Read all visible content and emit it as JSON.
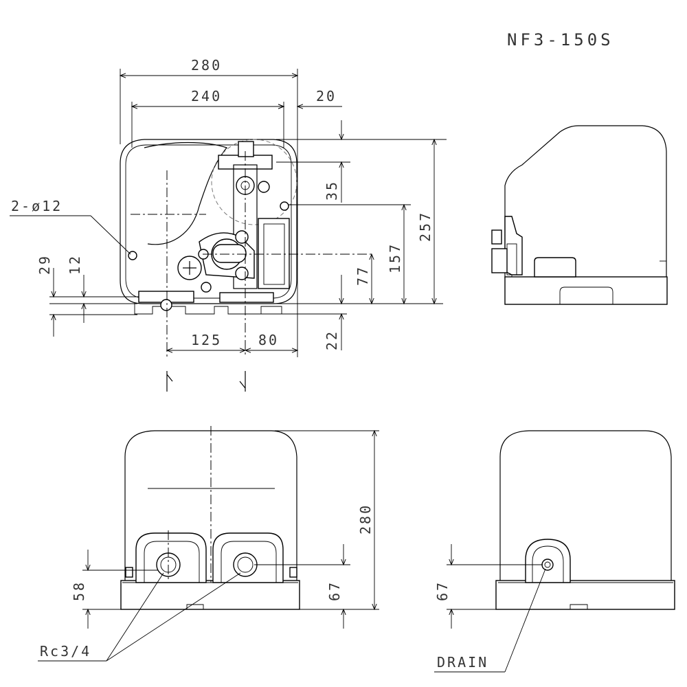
{
  "model": "NF3-150S",
  "top_view": {
    "dims": {
      "overall_width": "280",
      "inner_width": "240",
      "right_offset": "20",
      "top_offset": "35",
      "height_157": "157",
      "height_257": "257",
      "height_77": "77",
      "left_29": "29",
      "left_12": "12",
      "bottom_22": "22",
      "horiz_125": "125",
      "horiz_80": "80"
    },
    "hole_note": "2-ø12"
  },
  "front_view": {
    "dims": {
      "height_280": "280",
      "h_58": "58",
      "h_67": "67"
    },
    "port_label": "Rc3/4"
  },
  "side_view": {
    "dims": {
      "h_67": "67"
    },
    "drain_label": "DRAIN"
  }
}
